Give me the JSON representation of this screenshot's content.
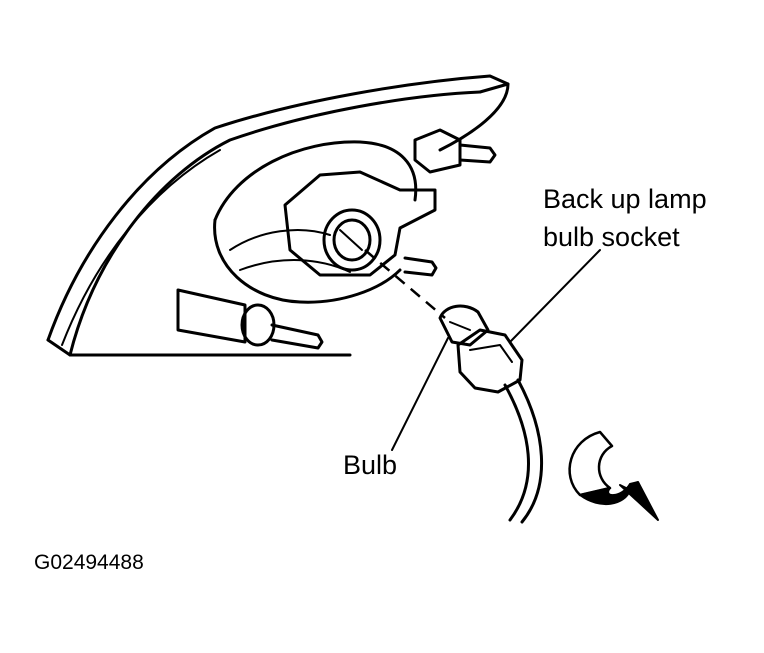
{
  "labels": {
    "socket_line1": "Back up lamp",
    "socket_line2": "bulb socket",
    "bulb": "Bulb",
    "figure_code": "G02494488"
  },
  "colors": {
    "ink": "#000000",
    "background": "#ffffff",
    "shading": "#c8c8c8"
  },
  "icons": {
    "rotation_arrow": "curved-arrow-icon"
  }
}
